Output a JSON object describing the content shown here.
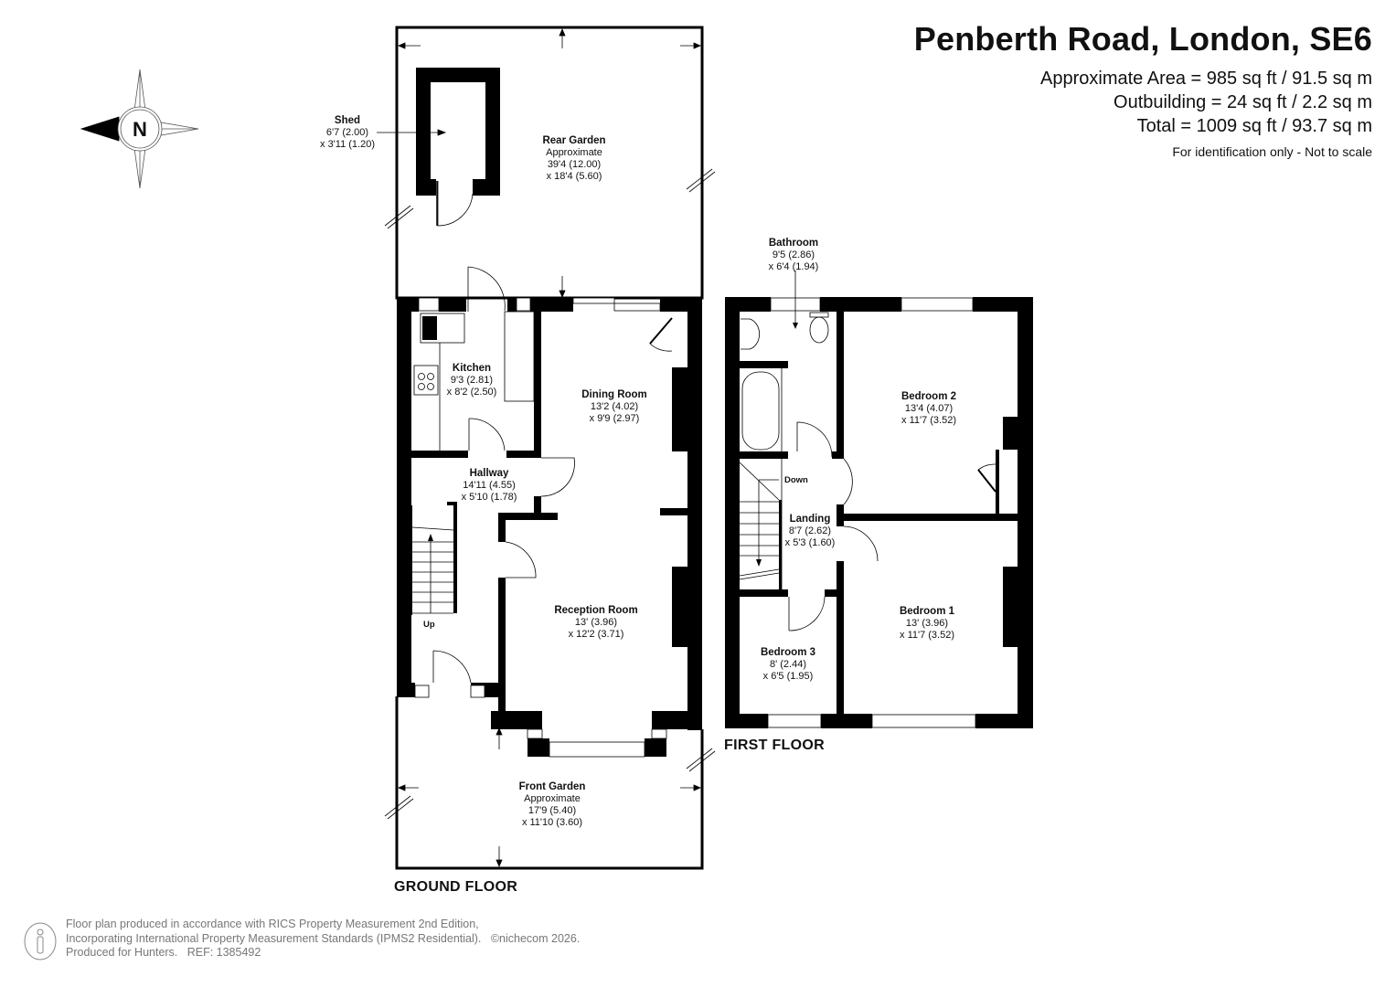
{
  "header": {
    "title": "Penberth Road, London, SE6",
    "approximate_area": "Approximate Area = 985 sq ft / 91.5 sq m",
    "outbuilding": "Outbuilding = 24 sq ft / 2.2 sq m",
    "total": "Total = 1009 sq ft / 93.7 sq m",
    "note": "For identification only - Not to scale"
  },
  "compass": {
    "label": "N",
    "icon": "compass-north-icon"
  },
  "ground_floor": {
    "label": "GROUND FLOOR",
    "rooms": {
      "shed": {
        "name": "Shed",
        "dim1": "6'7 (2.00)",
        "dim2": "x 3'11 (1.20)"
      },
      "rear_garden": {
        "name": "Rear Garden",
        "qualifier": "Approximate",
        "dim1": "39'4 (12.00)",
        "dim2": "x 18'4 (5.60)"
      },
      "kitchen": {
        "name": "Kitchen",
        "dim1": "9'3 (2.81)",
        "dim2": "x 8'2 (2.50)"
      },
      "dining_room": {
        "name": "Dining Room",
        "dim1": "13'2 (4.02)",
        "dim2": "x 9'9 (2.97)"
      },
      "hallway": {
        "name": "Hallway",
        "dim1": "14'11 (4.55)",
        "dim2": "x 5'10 (1.78)"
      },
      "reception_room": {
        "name": "Reception Room",
        "dim1": "13' (3.96)",
        "dim2": "x 12'2 (3.71)"
      },
      "front_garden": {
        "name": "Front Garden",
        "qualifier": "Approximate",
        "dim1": "17'9 (5.40)",
        "dim2": "x 11'10 (3.60)"
      }
    },
    "stairs_label": "Up"
  },
  "first_floor": {
    "label": "FIRST FLOOR",
    "rooms": {
      "bathroom": {
        "name": "Bathroom",
        "dim1": "9'5 (2.86)",
        "dim2": "x 6'4 (1.94)"
      },
      "bedroom_2": {
        "name": "Bedroom 2",
        "dim1": "13'4 (4.07)",
        "dim2": "x 11'7 (3.52)"
      },
      "landing": {
        "name": "Landing",
        "dim1": "8'7 (2.62)",
        "dim2": "x 5'3 (1.60)"
      },
      "bedroom_1": {
        "name": "Bedroom 1",
        "dim1": "13' (3.96)",
        "dim2": "x 11'7 (3.52)"
      },
      "bedroom_3": {
        "name": "Bedroom 3",
        "dim1": "8' (2.44)",
        "dim2": "x 6'5 (1.95)"
      }
    },
    "stairs_label": "Down"
  },
  "footer": {
    "line1": "Floor plan produced in accordance with RICS Property Measurement 2nd Edition,",
    "line2": "Incorporating International Property Measurement Standards (IPMS2 Residential).",
    "copyright": "©nichecom 2026.",
    "line3": "Produced for Hunters.   REF: 1385492"
  },
  "colors": {
    "wall": "#000000",
    "text": "#111111",
    "footer_text": "#777777",
    "background": "#ffffff"
  }
}
